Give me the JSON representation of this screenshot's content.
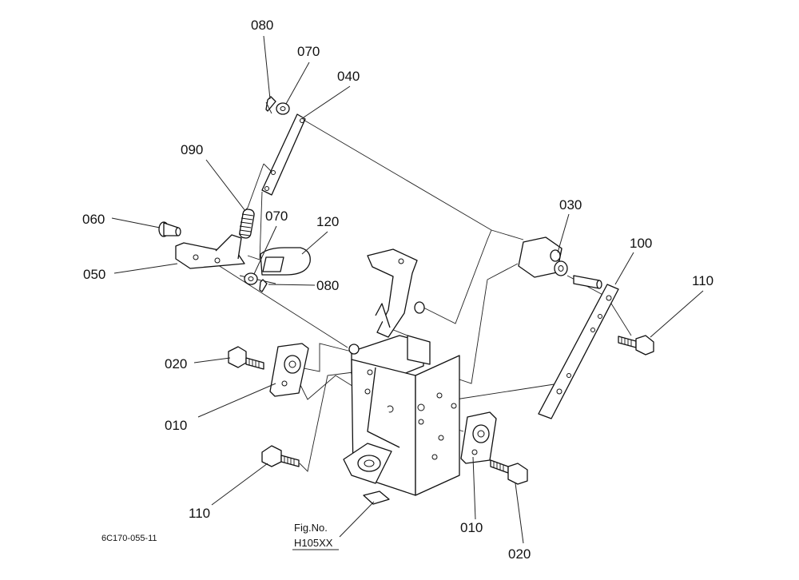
{
  "labels": {
    "p080_top": "080",
    "p070_top": "070",
    "p040": "040",
    "p090": "090",
    "p060": "060",
    "p070_mid": "070",
    "p120": "120",
    "p050": "050",
    "p080_mid": "080",
    "p030": "030",
    "p100": "100",
    "p110_right": "110",
    "p020_left": "020",
    "p010_left": "010",
    "p110_left": "110",
    "p010_right": "010",
    "p020_right": "020"
  },
  "figure": {
    "code": "6C170-055-11",
    "fig_no_label": "Fig.No.",
    "fig_no_value": "H105XX"
  }
}
